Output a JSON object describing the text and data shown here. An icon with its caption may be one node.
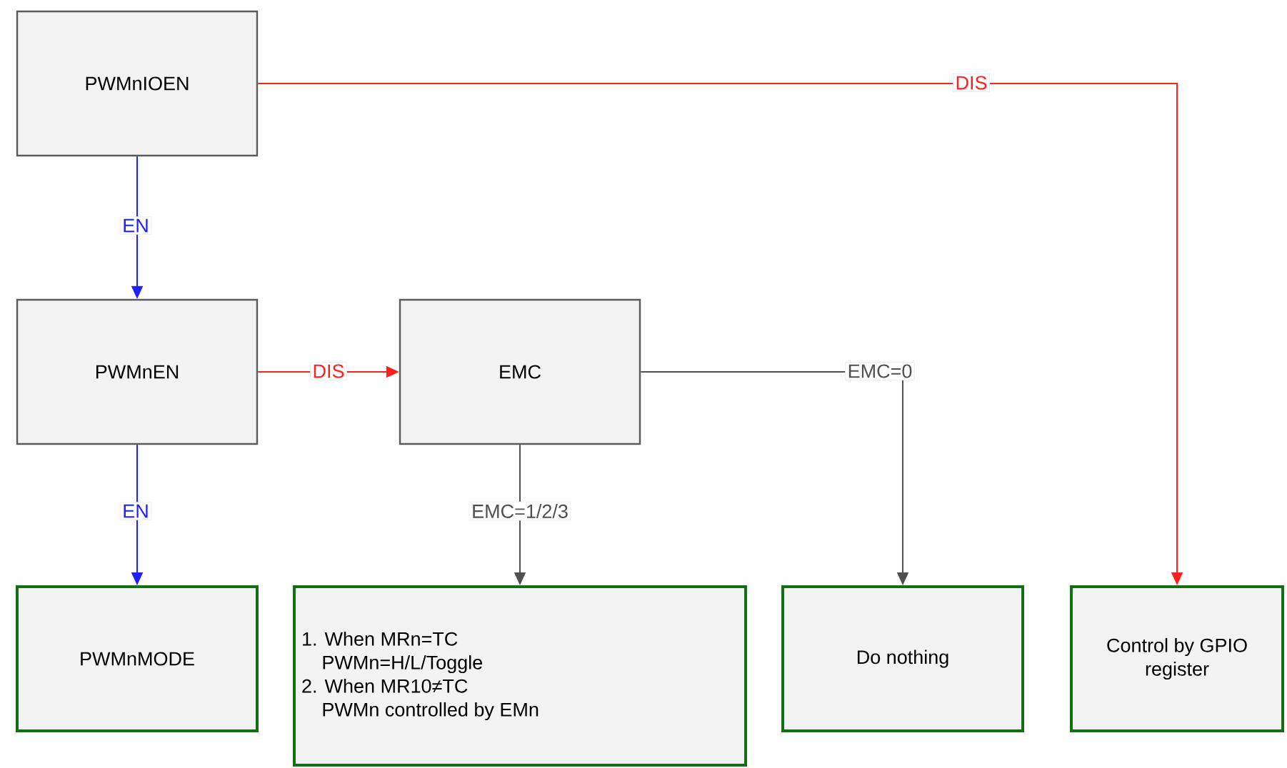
{
  "diagram": {
    "nodes": [
      {
        "text": [
          "PWMnIOEN"
        ]
      },
      {
        "text": [
          "PWMnEN"
        ]
      },
      {
        "text": [
          "EMC"
        ]
      },
      {
        "text": [
          "PWMnMODE"
        ]
      },
      {
        "text": [
          "1. When MRn=TC",
          "PWMn=H/L/Toggle",
          "2. When MR10≠TC",
          "PWMn controlled by EMn"
        ]
      },
      {
        "text": [
          "Do nothing"
        ]
      },
      {
        "text": [
          "Control by GPIO register"
        ]
      }
    ],
    "edges": [
      {
        "from": 0,
        "to": 1,
        "arrow": "to",
        "label": "EN",
        "color": "#1f1fff"
      },
      {
        "from": 1,
        "to": 3,
        "arrow": "to",
        "label": "EN",
        "color": "#1f1fff"
      },
      {
        "from": 1,
        "to": 2,
        "arrow": "to",
        "label": "DIS",
        "color": "#ff1f1f"
      },
      {
        "from": 0,
        "to": 6,
        "arrow": "to",
        "label": "DIS",
        "color": "#ff1f1f"
      },
      {
        "from": 2,
        "to": 4,
        "arrow": "to",
        "label": "EMC=1/2/3",
        "color": "#505050"
      },
      {
        "from": 2,
        "to": 5,
        "arrow": "to",
        "label": "EMC=0",
        "color": "#505050"
      }
    ]
  }
}
